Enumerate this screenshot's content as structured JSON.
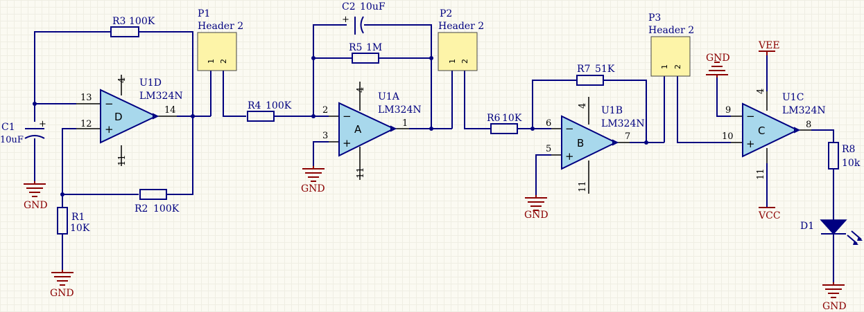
{
  "components": {
    "c1": {
      "ref": "C1",
      "value": "10uF"
    },
    "c2": {
      "ref": "C2",
      "value": "10uF"
    },
    "r1": {
      "ref": "R1",
      "value": "10K"
    },
    "r2": {
      "ref": "R2",
      "value": "100K"
    },
    "r3": {
      "ref": "R3",
      "value": "100K"
    },
    "r4": {
      "ref": "R4",
      "value": "100K"
    },
    "r5": {
      "ref": "R5",
      "value": "1M"
    },
    "r6": {
      "ref": "R6",
      "value": "10K"
    },
    "r7": {
      "ref": "R7",
      "value": "51K"
    },
    "r8": {
      "ref": "R8",
      "value": "10k"
    },
    "d1": {
      "ref": "D1"
    },
    "p1": {
      "ref": "P1",
      "type": "Header 2",
      "pin1": "1",
      "pin2": "2"
    },
    "p2": {
      "ref": "P2",
      "type": "Header 2",
      "pin1": "1",
      "pin2": "2"
    },
    "p3": {
      "ref": "P3",
      "type": "Header 2",
      "pin1": "1",
      "pin2": "2"
    },
    "u1d": {
      "ref": "U1D",
      "part": "LM324N",
      "letter": "D",
      "pin_inv": "13",
      "pin_noninv": "12",
      "pin_out": "14",
      "pin_vp": "4",
      "pin_vn": "11"
    },
    "u1a": {
      "ref": "U1A",
      "part": "LM324N",
      "letter": "A",
      "pin_inv": "2",
      "pin_noninv": "3",
      "pin_out": "1",
      "pin_vp": "4",
      "pin_vn": "11"
    },
    "u1b": {
      "ref": "U1B",
      "part": "LM324N",
      "letter": "B",
      "pin_inv": "6",
      "pin_noninv": "5",
      "pin_out": "7",
      "pin_vp": "4",
      "pin_vn": "11"
    },
    "u1c": {
      "ref": "U1C",
      "part": "LM324N",
      "letter": "C",
      "pin_inv": "9",
      "pin_noninv": "10",
      "pin_out": "8",
      "pin_vp": "4",
      "pin_vn": "11"
    }
  },
  "power": {
    "gnd": "GND",
    "vee": "VEE",
    "vcc": "VCC"
  },
  "opamp": {
    "minus": "−",
    "plus": "+"
  },
  "colors": {
    "wire": "#000080",
    "power": "#8b0000",
    "body_fill": "#a8d8ec",
    "header_fill": "#fdf4a8",
    "background": "#fbfaf2"
  }
}
